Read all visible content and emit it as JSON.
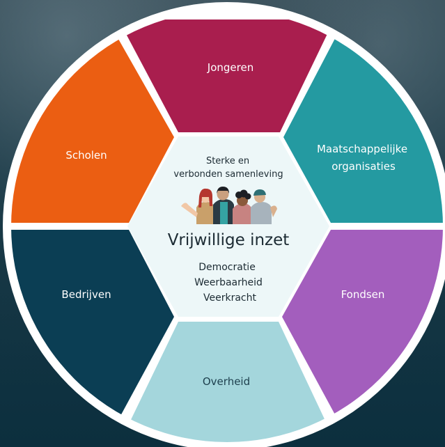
{
  "center": {
    "subtitle_line1": "Sterke en",
    "subtitle_line2": "verbonden samenleving",
    "title": "Vrijwillige inzet",
    "values": [
      "Democratie",
      "Weerbaarheid",
      "Veerkracht"
    ]
  },
  "segments": [
    {
      "label": "Jongeren",
      "color": "#a91e4e"
    },
    {
      "label_line1": "Maatschappelijke",
      "label_line2": "organisaties",
      "color": "#249aa1"
    },
    {
      "label": "Fondsen",
      "color": "#a35ebd"
    },
    {
      "label": "Overheid",
      "color": "#a4d6dc"
    },
    {
      "label": "Bedrijven",
      "color": "#0b3e54"
    },
    {
      "label": "Scholen",
      "color": "#eb5e12"
    }
  ],
  "colors": {
    "ring": "#ffffff",
    "hub": "#edf7f8",
    "background": "#0f3140"
  }
}
